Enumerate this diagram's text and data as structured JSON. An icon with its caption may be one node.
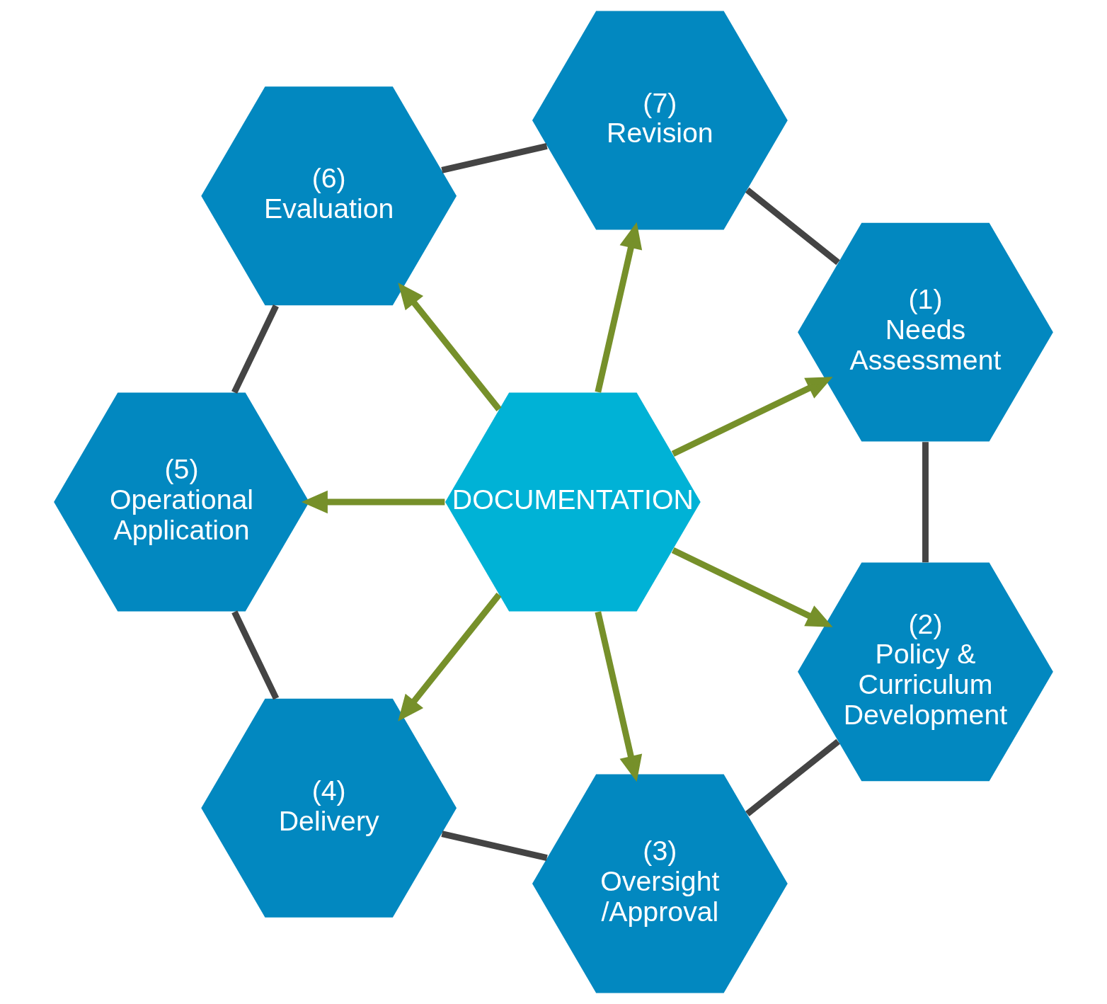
{
  "diagram": {
    "nodes": [
      {
        "text": [
          "DOCUMENTATION"
        ]
      },
      {
        "text": [
          "(1)",
          "Needs Assessment"
        ]
      },
      {
        "text": [
          "(2)",
          "Policy & Curriculum Development"
        ]
      },
      {
        "text": [
          "(3)",
          "Oversight /Approval"
        ]
      },
      {
        "text": [
          "(4)",
          "Delivery"
        ]
      },
      {
        "text": [
          "(5)",
          "Operational Application"
        ]
      },
      {
        "text": [
          "(6)",
          "Evaluation"
        ]
      },
      {
        "text": [
          "(7)",
          "Revision"
        ]
      }
    ],
    "edges": [
      {
        "from": 0,
        "to": 1,
        "arrow": "to",
        "color": "#76902a"
      },
      {
        "from": 0,
        "to": 2,
        "arrow": "to",
        "color": "#76902a"
      },
      {
        "from": 0,
        "to": 3,
        "arrow": "to",
        "color": "#76902a"
      },
      {
        "from": 0,
        "to": 4,
        "arrow": "to",
        "color": "#76902a"
      },
      {
        "from": 0,
        "to": 5,
        "arrow": "to",
        "color": "#76902a"
      },
      {
        "from": 0,
        "to": 6,
        "arrow": "to",
        "color": "#76902a"
      },
      {
        "from": 0,
        "to": 7,
        "arrow": "to",
        "color": "#76902a"
      },
      {
        "from": 1,
        "to": 2,
        "arrow": "none",
        "color": "#444444"
      },
      {
        "from": 2,
        "to": 3,
        "arrow": "none",
        "color": "#444444"
      },
      {
        "from": 3,
        "to": 4,
        "arrow": "none",
        "color": "#444444"
      },
      {
        "from": 4,
        "to": 5,
        "arrow": "none",
        "color": "#444444"
      },
      {
        "from": 5,
        "to": 6,
        "arrow": "none",
        "color": "#444444"
      },
      {
        "from": 6,
        "to": 7,
        "arrow": "none",
        "color": "#444444"
      },
      {
        "from": 7,
        "to": 1,
        "arrow": "none",
        "color": "#444444"
      }
    ]
  }
}
